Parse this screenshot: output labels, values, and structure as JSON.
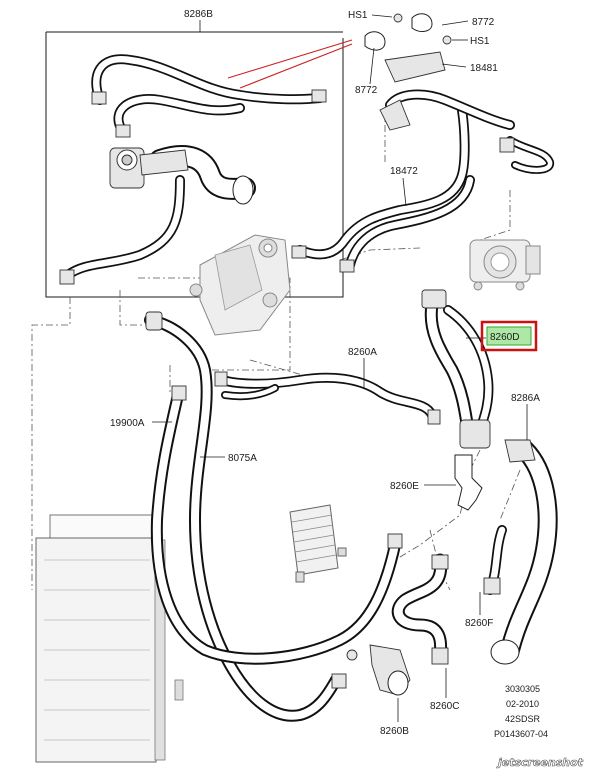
{
  "diagram": {
    "labels": {
      "hs1_top": "HS1",
      "p8772_right": "8772",
      "hs1_right": "HS1",
      "p18481": "18481",
      "p8772_left": "8772",
      "p8286b": "8286B",
      "p18472": "18472",
      "p8260d": "8260D",
      "p8260a": "8260A",
      "p19900a": "19900A",
      "p8075a": "8075A",
      "p8286a": "8286A",
      "p8260e": "8260E",
      "p8260f": "8260F",
      "p8260b": "8260B",
      "p8260c": "8260C"
    },
    "reference": {
      "line1": "3030305",
      "line2": "02-2010",
      "line3": "42SDSR",
      "line4": "P0143607-04"
    },
    "watermark": "jetscreenshot",
    "highlight_color": "#cc1111",
    "highlight_fill": "#4ccc3a",
    "callout_line_color": "#cc2222"
  }
}
